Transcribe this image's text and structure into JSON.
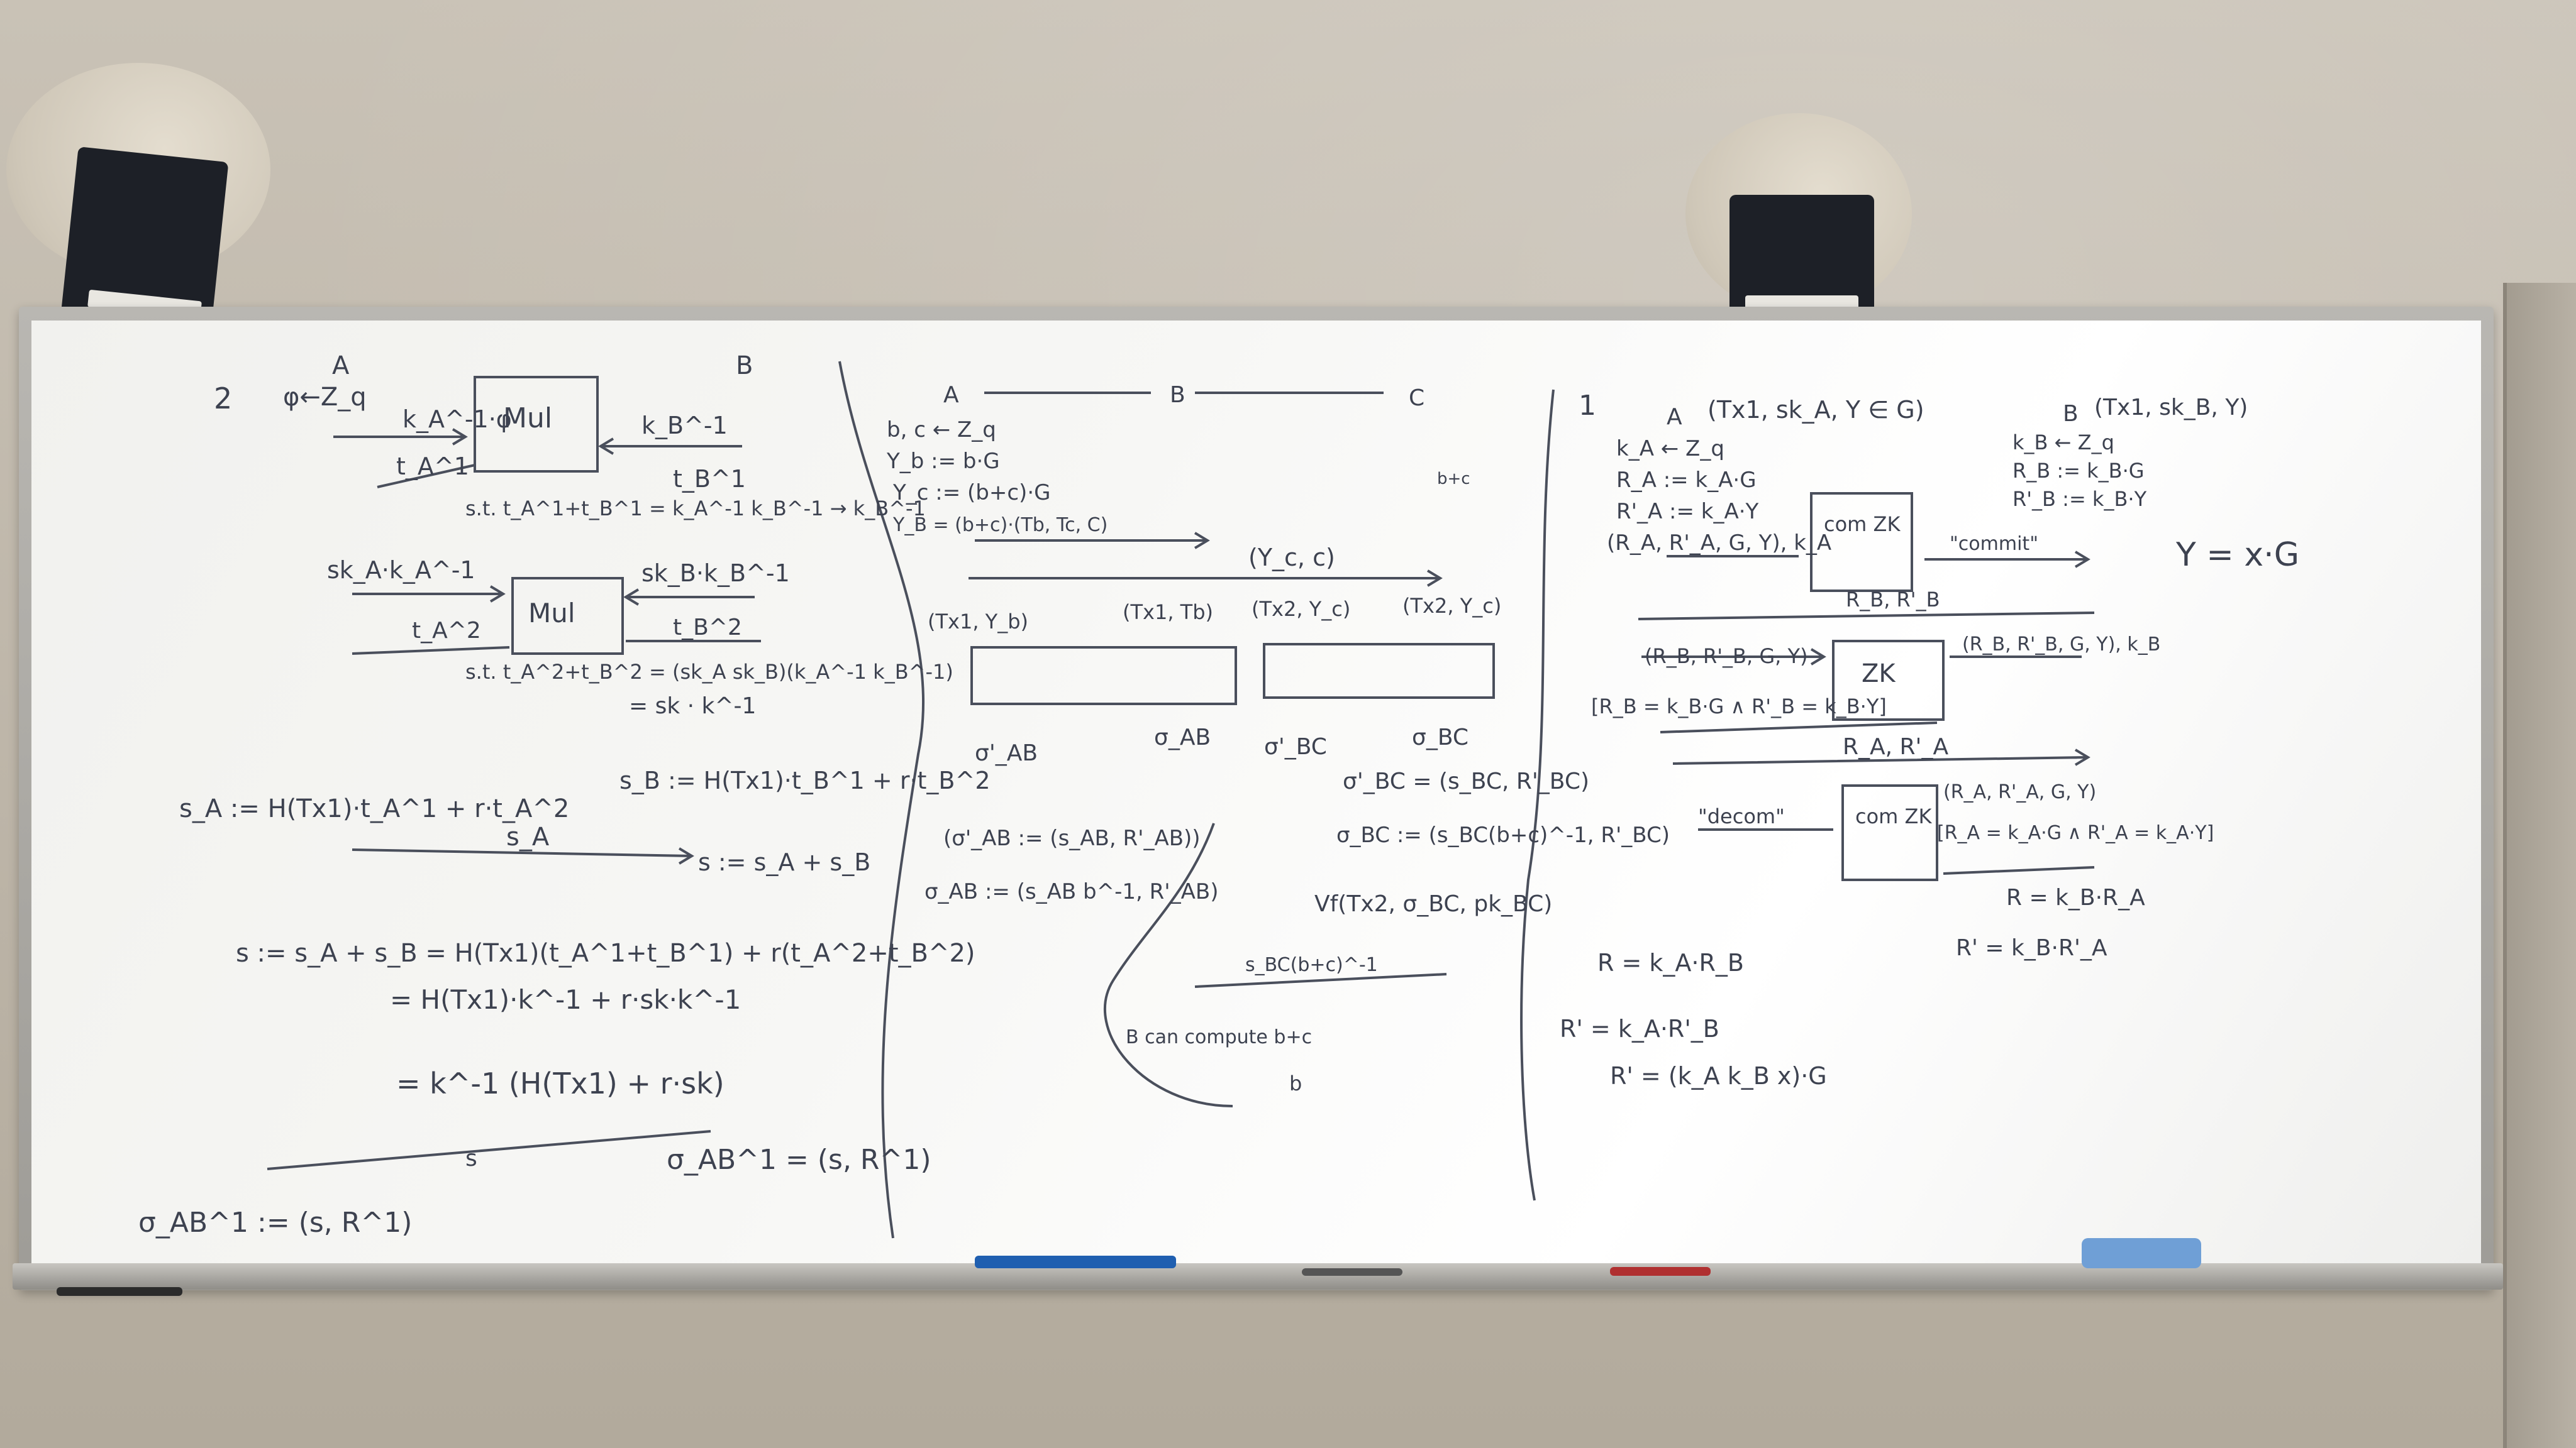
{
  "board": {
    "sections": [
      {
        "number": "2",
        "parties": [
          "A",
          "B"
        ]
      },
      {
        "parties": [
          "A",
          "B",
          "C"
        ]
      },
      {
        "number": "1",
        "parties": [
          "A",
          "B"
        ]
      }
    ],
    "left_panel": {
      "lines": [
        "φ←Z_q",
        "k_A^-1·φ",
        "Mul",
        "k_B^-1",
        "t_A^1",
        "t_B^1",
        "s.t. t_A^1+t_B^1 = k_A^-1 k_B^-1 → k_B^-1",
        "sk_A·k_A^-1",
        "Mul",
        "sk_B·k_B^-1",
        "t_A^2",
        "t_B^2",
        "s.t. t_A^2+t_B^2 = (sk_A sk_B)(k_A^-1 k_B^-1)",
        "= sk · k^-1",
        "s_A := H(Tx1)·t_A^1 + r·t_A^2",
        "s_B := H(Tx1)·t_B^1 + r·t_B^2",
        "s_A",
        "s := s_A + s_B",
        "s := s_A + s_B = H(Tx1)(t_A^1+t_B^1) + r(t_A^2+t_B^2)",
        "= H(Tx1)·k^-1 + r·sk·k^-1",
        "= k^-1 (H(Tx1) + r·sk)",
        "s",
        "σ_AB^1 = (s, R^1)",
        "σ_AB^1 := (s, R^1)"
      ]
    },
    "middle_panel": {
      "lines": [
        "b, c ← Z_q",
        "Y_b := b·G",
        "Y_c := (b+c)·G",
        "Y_B = (b+c)·(Tb, Tc, C)",
        "(Y_c, c)",
        "(Tx1, Y_b)",
        "(Tx1, Tb)",
        "(Tx2, Y_c)",
        "(Tx2, Y_c)",
        "σ'_AB",
        "σ_AB",
        "σ'_BC",
        "σ_BC",
        "σ'_BC = (s_BC, R'_BC)",
        "σ_BC := (s_BC(b+c)^-1, R'_BC)",
        "Vf(Tx2, σ_BC, pk_BC)",
        "(σ'_AB := (s_AB, R'_AB))",
        "σ_AB := (s_AB b^-1, R'_AB)",
        "s_BC(b+c)^-1",
        "B can compute b+c",
        "b",
        "b+c"
      ]
    },
    "right_panel": {
      "lines": [
        "(Tx1, sk_A, Y ∈ G)",
        "(Tx1, sk_B, Y)",
        "k_A ← Z_q",
        "R_A := k_A·G",
        "R'_A := k_A·Y",
        "k_B ← Z_q",
        "R_B := k_B·G",
        "R'_B := k_B·Y",
        "(R_A, R'_A, G, Y), k_A",
        "com ZK",
        "\"commit\"",
        "R_B, R'_B",
        "(R_B, R'_B, G, Y)",
        "ZK",
        "(R_B, R'_B, G, Y), k_B",
        "[R_B = k_B·G ∧ R'_B = k_B·Y]",
        "R_A, R'_A",
        "\"decom\"",
        "com ZK",
        "(R_A, R'_A, G, Y)",
        "[R_A = k_A·G ∧ R'_A = k_A·Y]",
        "R = k_B·R_A",
        "R' = k_B·R'_A",
        "R = k_A·R_B",
        "R' = k_A·R'_B",
        "R' = (k_A k_B x)·G",
        "Y = x·G"
      ]
    }
  },
  "colors": {
    "wall": "#c4bcb0",
    "board": "#f4f4f2",
    "ink": "#3d4250",
    "marker_blue": "#1f5fb0",
    "eraser": "#6f9fd6"
  }
}
